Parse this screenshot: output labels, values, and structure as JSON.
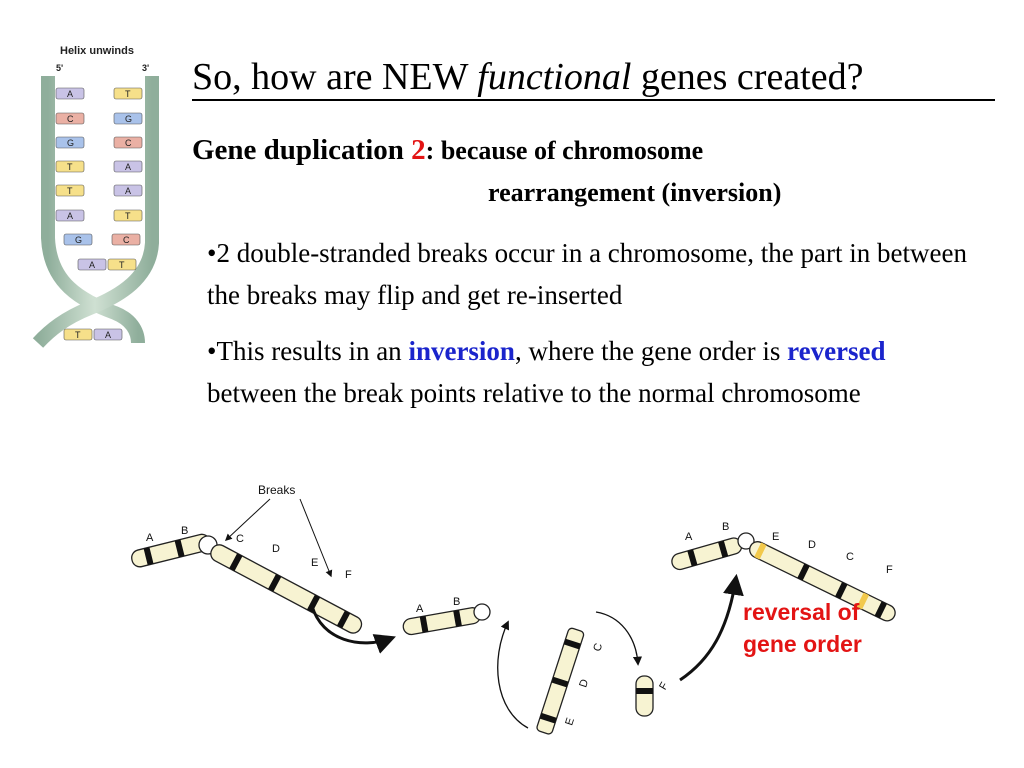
{
  "helix": {
    "title": "Helix unwinds",
    "five_prime": "5'",
    "three_prime": "3'",
    "left_bases": [
      "A",
      "C",
      "G",
      "T",
      "T",
      "A",
      "G",
      "A",
      "T"
    ],
    "right_bases": [
      "T",
      "G",
      "C",
      "A",
      "A",
      "T",
      "C",
      "T",
      "A"
    ]
  },
  "title": {
    "part1": "So, how are NEW ",
    "italic": "functional",
    "part2": " genes created?"
  },
  "subtitle": {
    "prefix": "Gene duplication ",
    "number": "2",
    "suffix": ": because of chromosome",
    "line2": "rearrangement (inversion)",
    "number_color": "#e31414"
  },
  "bullets": {
    "b1": "•2 double-stranded breaks occur in a chromosome, the part in between the breaks may flip and get re-inserted",
    "b2_pre": "•This results in an ",
    "b2_em1": "inversion",
    "b2_mid": ", where the gene order is ",
    "b2_em2": "reversed",
    "b2_post": " between the break points relative to the normal chromosome",
    "emphasis_color": "#1a24cc"
  },
  "diagram": {
    "breaks_label": "Breaks",
    "gene_labels": [
      "A",
      "B",
      "C",
      "D",
      "E",
      "F"
    ],
    "reversal_line1": "reversal of",
    "reversal_line2": "gene order",
    "reversal_color": "#e31414"
  }
}
